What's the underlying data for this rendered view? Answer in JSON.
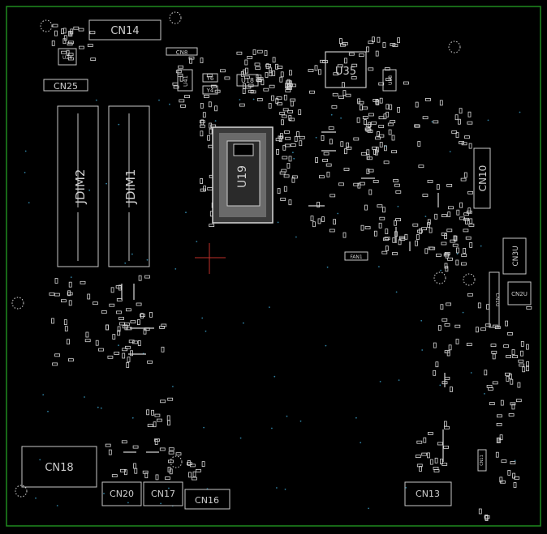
{
  "board": {
    "outline_color": "#1f8a1f",
    "silk_color": "#c8c8c8",
    "pad_color": "#d8d8d8",
    "via_color": "#2f7fa0",
    "marker_color": "#c0302a"
  },
  "labels": {
    "cn14": "CN14",
    "cn25": "CN25",
    "u24": "U24",
    "cn8": "CN8",
    "u41": "U41",
    "y6": "Y6",
    "y4": "Y4",
    "u18": "U18",
    "u35": "U35",
    "u38": "U38",
    "jdim2": "JDIM2",
    "jdim1": "JDIM1",
    "u19": "U19",
    "cn10": "CN10",
    "fan1": "FAN1",
    "cn3u": "CN3U",
    "cn2u": "CN2U",
    "cn1u": "CN1U",
    "cn18": "CN18",
    "cn20": "CN20",
    "cn17": "CN17",
    "cn16": "CN16",
    "cn13": "CN13",
    "cn11": "CN11"
  }
}
